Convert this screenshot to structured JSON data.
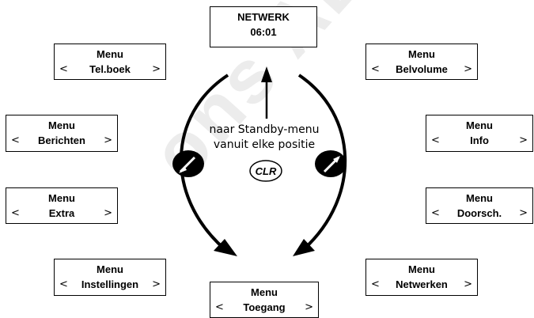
{
  "watermark": "ons AB",
  "top_screen": {
    "line1": "NETWERK",
    "line2": "06:01"
  },
  "menus": [
    {
      "id": "telboek",
      "line1": "Menu",
      "line2": "Tel.boek",
      "left_arrow": "<",
      "right_arrow": ">"
    },
    {
      "id": "berichten",
      "line1": "Menu",
      "line2": "Berichten",
      "left_arrow": "<",
      "right_arrow": ">"
    },
    {
      "id": "extra",
      "line1": "Menu",
      "line2": "Extra",
      "left_arrow": "<",
      "right_arrow": ">"
    },
    {
      "id": "instellingen",
      "line1": "Menu",
      "line2": "Instellingen",
      "left_arrow": "<",
      "right_arrow": ">"
    },
    {
      "id": "toegang",
      "line1": "Menu",
      "line2": "Toegang",
      "left_arrow": "<",
      "right_arrow": ">"
    },
    {
      "id": "netwerken",
      "line1": "Menu",
      "line2": "Netwerken",
      "left_arrow": "<",
      "right_arrow": ">"
    },
    {
      "id": "doorsch",
      "line1": "Menu",
      "line2": "Doorsch.",
      "left_arrow": "<",
      "right_arrow": ">"
    },
    {
      "id": "info",
      "line1": "Menu",
      "line2": "Info",
      "left_arrow": "<",
      "right_arrow": ">"
    },
    {
      "id": "belvolume",
      "line1": "Menu",
      "line2": "Belvolume",
      "left_arrow": "<",
      "right_arrow": ">"
    }
  ],
  "caption": {
    "line1": "naar Standby-menu",
    "line2": "vanuit elke positie"
  },
  "clr_key": {
    "label": "CLR"
  }
}
